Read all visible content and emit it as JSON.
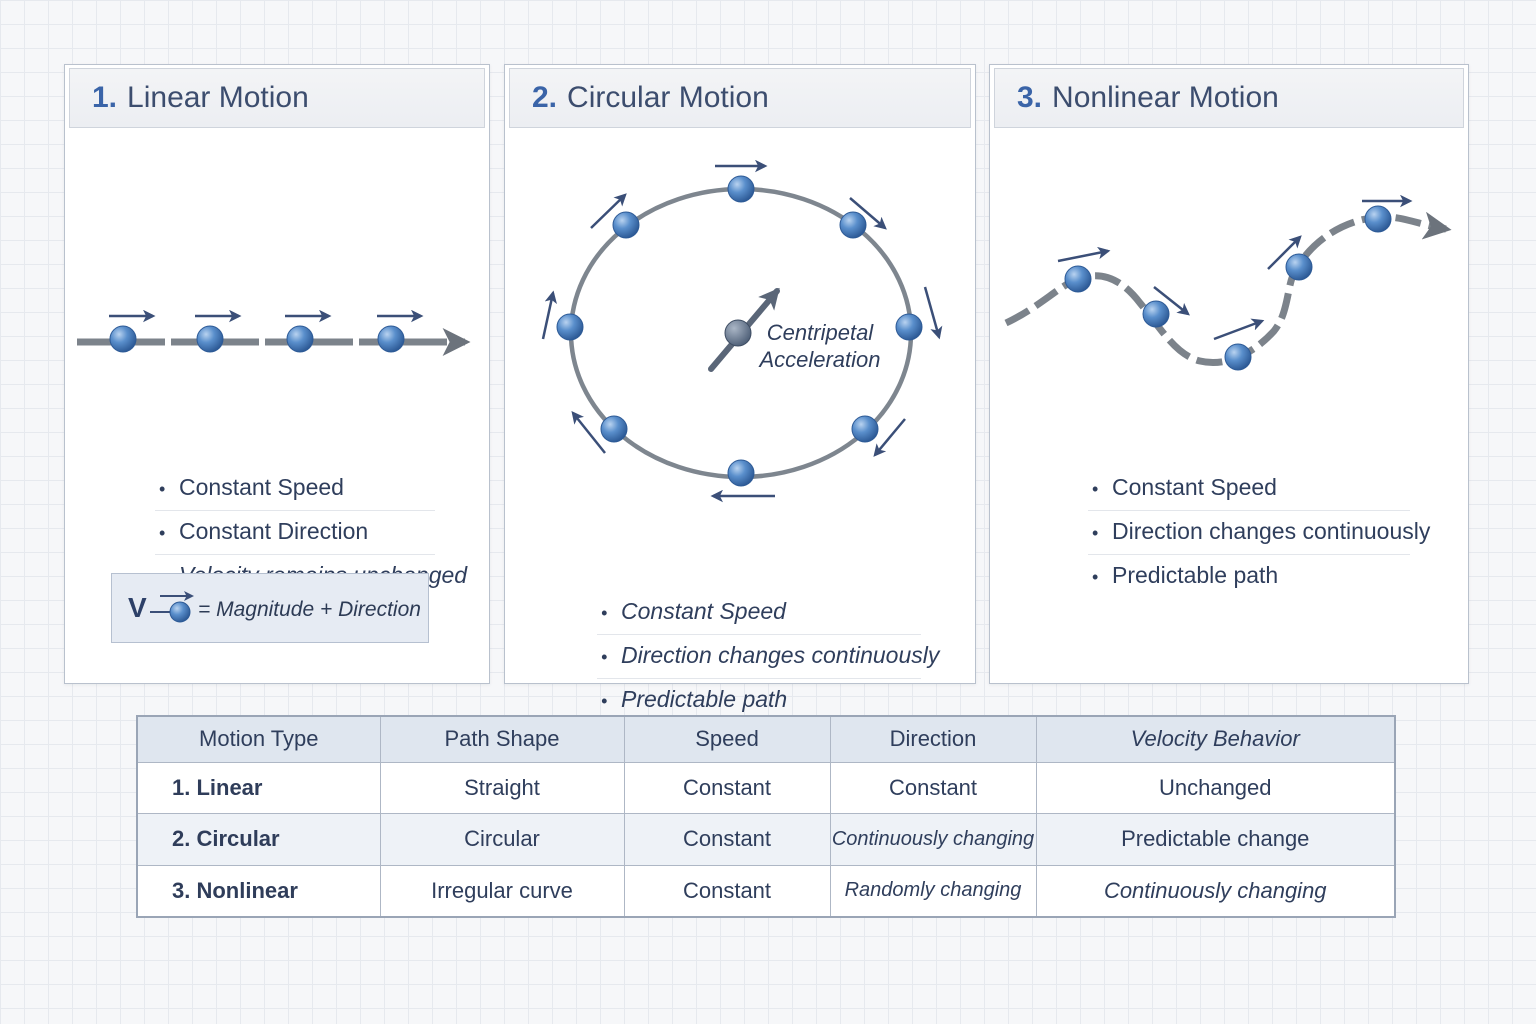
{
  "panels": [
    {
      "number": "1.",
      "title": "Linear Motion",
      "bullets": [
        "Constant Speed",
        "Constant Direction",
        "Velocity remains unchanged"
      ],
      "formula": {
        "symbol": "V",
        "text": "= Magnitude + Direction"
      }
    },
    {
      "number": "2.",
      "title": "Circular Motion",
      "center_label": [
        "Centripetal",
        "Acceleration"
      ],
      "bullets": [
        "Constant Speed",
        "Direction changes continuously",
        "Predictable path"
      ]
    },
    {
      "number": "3.",
      "title": "Nonlinear Motion",
      "bullets": [
        "Constant Speed",
        "Direction changes continuously",
        "Predictable path"
      ]
    }
  ],
  "table": {
    "headers": [
      "Motion Type",
      "Path Shape",
      "Speed",
      "Direction",
      "Velocity Behavior"
    ],
    "rows": [
      [
        "1. Linear",
        "Straight",
        "Constant",
        "Constant",
        "Unchanged"
      ],
      [
        "2. Circular",
        "Circular",
        "Constant",
        "Continuously changing",
        "Predictable change"
      ],
      [
        "3. Nonlinear",
        "Irregular curve",
        "Constant",
        "Randomly changing",
        "Continuously changing"
      ]
    ]
  },
  "colors": {
    "ball": "#4f86c6",
    "arrow": "#3b4f78",
    "path": "#808890",
    "title_number": "#3a64a8",
    "header_row": "#dfe6ef"
  }
}
